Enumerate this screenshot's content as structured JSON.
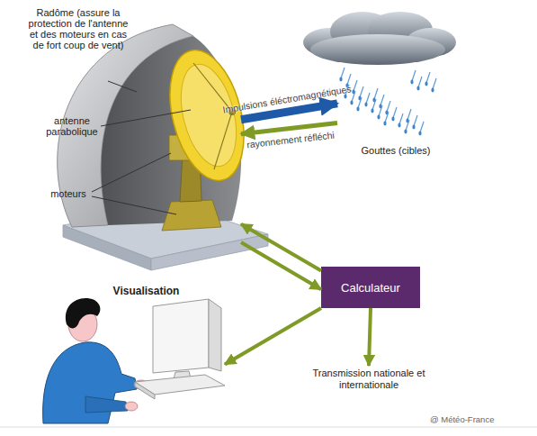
{
  "diagram": {
    "nodes": [
      {
        "text": [
          "Radôme (assure la protection de l'antenne et des moteurs en cas de fort coup de vent)"
        ]
      },
      {
        "text": [
          "Gouttes (cibles)"
        ]
      },
      {
        "text": [
          "Calculateur"
        ]
      },
      {
        "text": [
          "Visualisation"
        ]
      },
      {
        "text": [
          "Transmission nationale et internationale"
        ]
      }
    ],
    "edges": [
      {
        "from": 0,
        "to": 1,
        "label": "Impulsions éléctromagnétiques",
        "arrow": "to"
      },
      {
        "from": 1,
        "to": 0,
        "label": "rayonnement réfléchi",
        "arrow": "to"
      },
      {
        "from": 2,
        "to": 0,
        "arrow": "to"
      },
      {
        "from": 0,
        "to": 2,
        "arrow": "to"
      },
      {
        "from": 2,
        "to": 3,
        "arrow": "to"
      },
      {
        "from": 2,
        "to": 4,
        "arrow": "to"
      }
    ],
    "labels": [
      "antenne parabolique",
      "moteurs",
      "@ Météo-France"
    ]
  }
}
